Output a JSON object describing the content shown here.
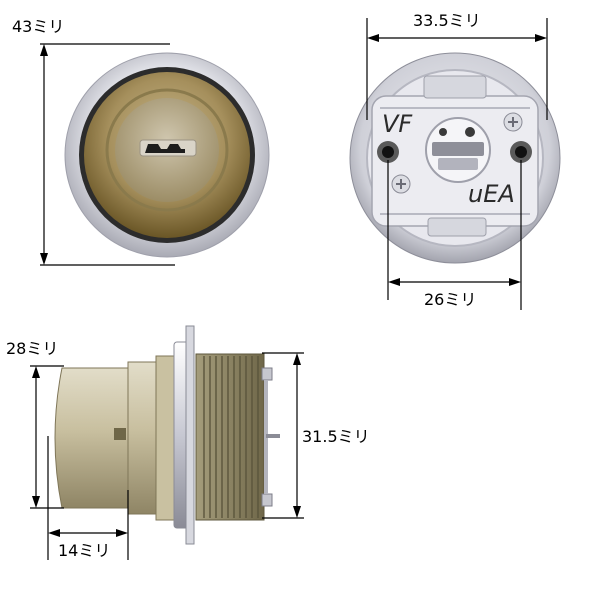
{
  "dimensions": {
    "front_diameter": "43ミリ",
    "rear_width": "33.5ミリ",
    "rear_hole_spacing": "26ミリ",
    "side_cylinder_diameter": "28ミリ",
    "side_thread_diameter": "31.5ミリ",
    "side_cylinder_length": "14ミリ"
  },
  "markings": {
    "left": "VF",
    "right": "uEA"
  },
  "colors": {
    "line": "#000000",
    "metal_light": "#dcdde3",
    "metal_mid": "#b9bac3",
    "brass_dark": "#6b5a2e",
    "bronze": "#a89a74",
    "thread": "#8e8668"
  }
}
